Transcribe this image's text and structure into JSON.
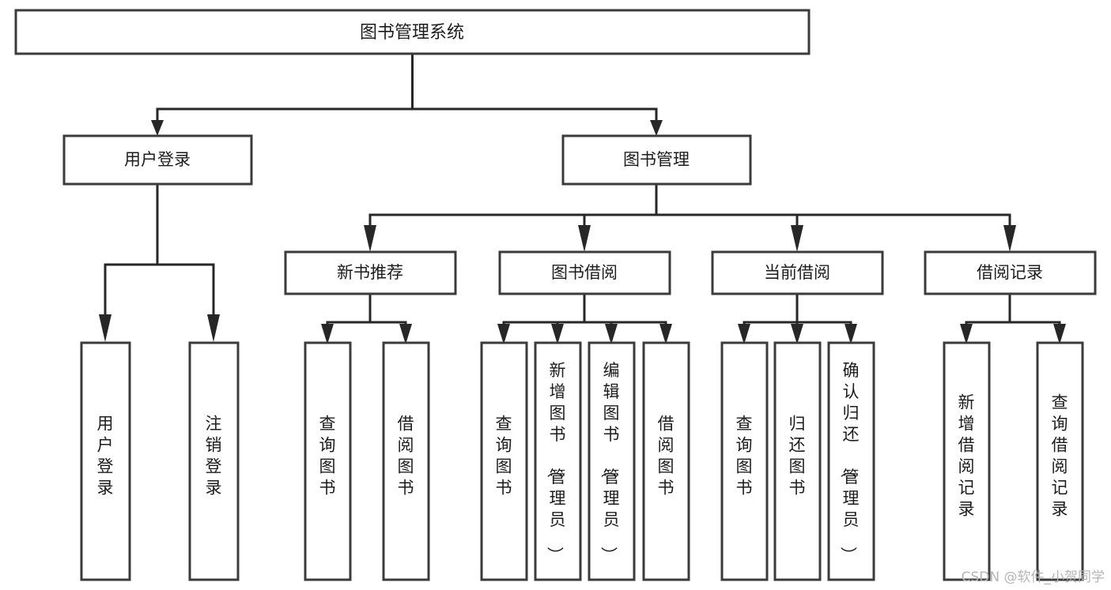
{
  "diagram": {
    "title": "图书管理系统",
    "type": "tree",
    "watermark": "CSDN @软件_小贺同学",
    "colors": {
      "box_stroke": "#3b3b3b",
      "connector": "#272727",
      "background": "#ffffff",
      "text": "#1c1c1c",
      "watermark": "#b5b5b5"
    },
    "levels": {
      "root": {
        "label": "图书管理系统"
      },
      "level2": [
        {
          "id": "user-login",
          "label": "用户登录"
        },
        {
          "id": "book-manage",
          "label": "图书管理"
        }
      ],
      "level3": [
        {
          "id": "new-book-recommend",
          "label": "新书推荐",
          "parent": "book-manage"
        },
        {
          "id": "book-borrow",
          "label": "图书借阅",
          "parent": "book-manage"
        },
        {
          "id": "current-borrow",
          "label": "当前借阅",
          "parent": "book-manage"
        },
        {
          "id": "borrow-record",
          "label": "借阅记录",
          "parent": "book-manage"
        }
      ],
      "leaves": [
        {
          "id": "leaf-user-login",
          "label": "用户登录",
          "parent": "user-login"
        },
        {
          "id": "leaf-user-logout",
          "label": "注销登录",
          "parent": "user-login"
        },
        {
          "id": "leaf-query-book-1",
          "label": "查询图书",
          "parent": "new-book-recommend"
        },
        {
          "id": "leaf-borrow-book-1",
          "label": "借阅图书",
          "parent": "new-book-recommend"
        },
        {
          "id": "leaf-query-book-2",
          "label": "查询图书",
          "parent": "book-borrow"
        },
        {
          "id": "leaf-add-book",
          "label": "新增图书（管理员）",
          "parent": "book-borrow"
        },
        {
          "id": "leaf-edit-book",
          "label": "编辑图书（管理员）",
          "parent": "book-borrow"
        },
        {
          "id": "leaf-borrow-book-2",
          "label": "借阅图书",
          "parent": "book-borrow"
        },
        {
          "id": "leaf-query-book-3",
          "label": "查询图书",
          "parent": "current-borrow"
        },
        {
          "id": "leaf-return-book",
          "label": "归还图书",
          "parent": "current-borrow"
        },
        {
          "id": "leaf-confirm-return",
          "label": "确认归还（管理员）",
          "parent": "current-borrow"
        },
        {
          "id": "leaf-add-record",
          "label": "新增借阅记录",
          "parent": "borrow-record"
        },
        {
          "id": "leaf-query-record",
          "label": "查询借阅记录",
          "parent": "borrow-record"
        }
      ]
    }
  }
}
